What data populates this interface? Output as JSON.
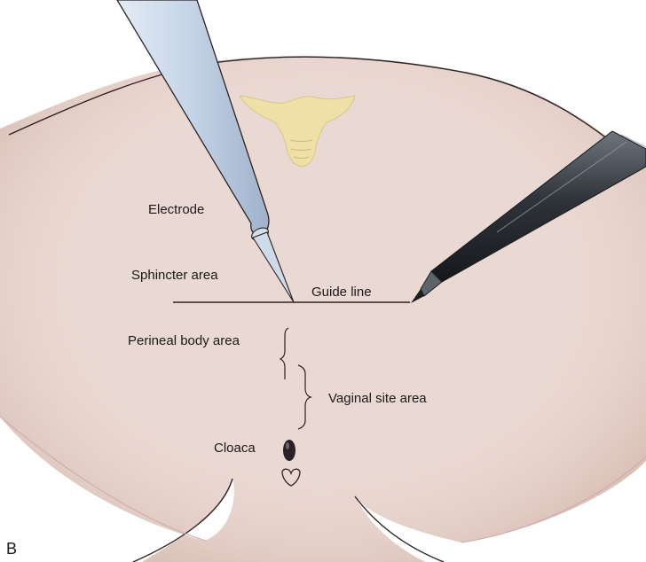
{
  "figure": {
    "panel_letter": "B",
    "labels": {
      "electrode": "Electrode",
      "sphincter_area": "Sphincter area",
      "guide_line": "Guide line",
      "perineal_body_area": "Perineal body area",
      "vaginal_site_area": "Vaginal site area",
      "cloaca": "Cloaca"
    }
  },
  "colors": {
    "skin": "#ead8d2",
    "outline": "#2a2224",
    "bone": "#efe0a8",
    "electrode": "#c4d3e6",
    "pen": "#3a3f45"
  }
}
